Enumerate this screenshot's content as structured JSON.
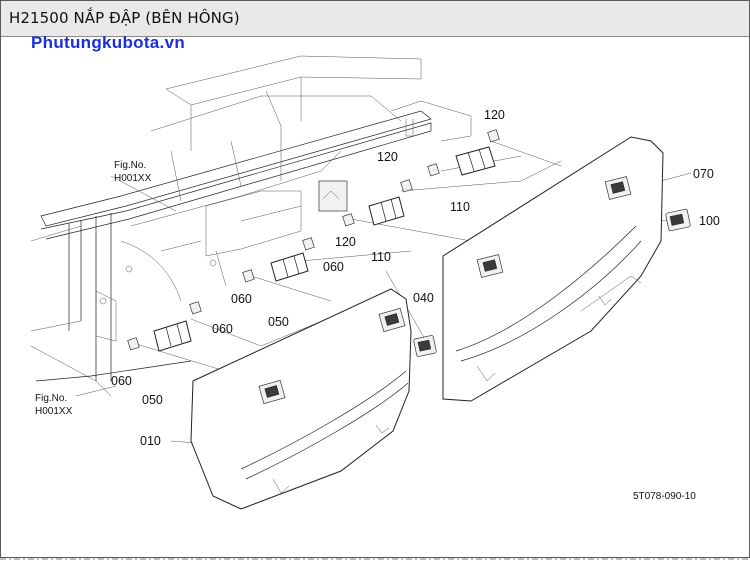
{
  "title": "H21500 NẮP ĐẬP (BÊN HÔNG)",
  "watermark": "Phutungkubota.vn",
  "fig_refs": [
    {
      "line1": "Fig.No.",
      "line2": "H001XX"
    },
    {
      "line1": "Fig.No.",
      "line2": "H001XX"
    }
  ],
  "part_labels": {
    "p010": "010",
    "p040": "040",
    "p050a": "050",
    "p050b": "050",
    "p060a": "060",
    "p060b": "060",
    "p060c": "060",
    "p060d": "060",
    "p070": "070",
    "p100": "100",
    "p110a": "110",
    "p110b": "110",
    "p120a": "120",
    "p120b": "120",
    "p120c": "120"
  },
  "drawing_code": "5T078-090-10"
}
